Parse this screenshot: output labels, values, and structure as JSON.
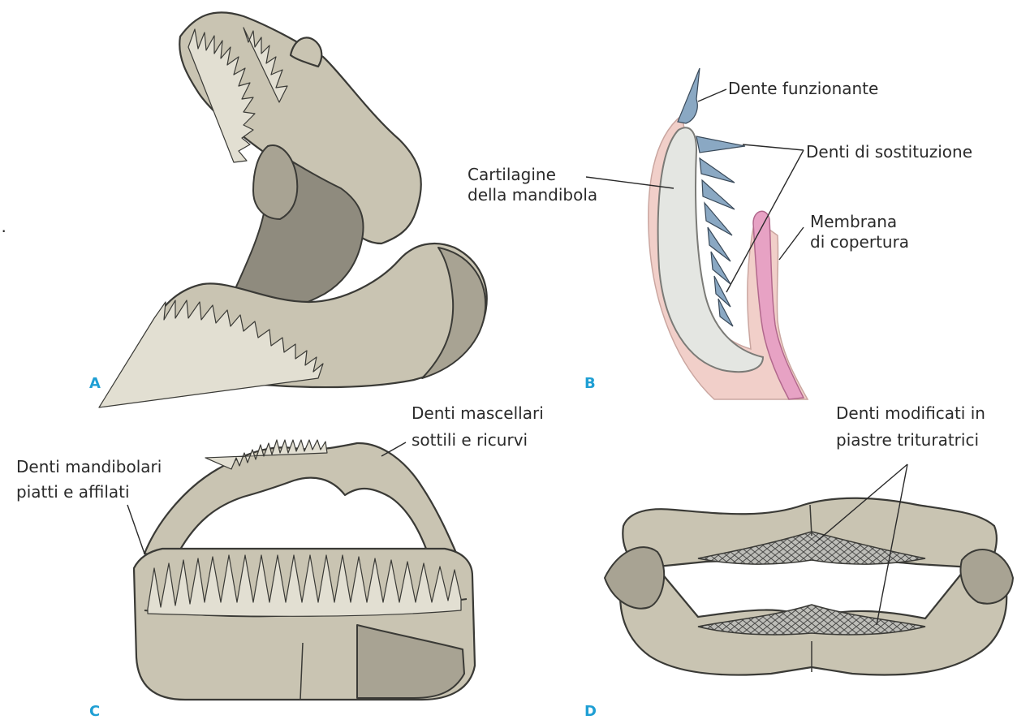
{
  "panels": {
    "A": {
      "letter": "A"
    },
    "B": {
      "letter": "B",
      "labels": {
        "functioning_tooth": "Dente funzionante",
        "replacement_teeth": "Denti di sostituzione",
        "cartilage_line1": "Cartilagine",
        "cartilage_line2": "della mandibola",
        "membrane_line1": "Membrana",
        "membrane_line2": "di copertura"
      }
    },
    "C": {
      "letter": "C",
      "labels": {
        "maxillary_line1": "Denti mascellari",
        "maxillary_line2": "sottili e ricurvi",
        "mandibular_line1": "Denti mandibolari",
        "mandibular_line2": "piatti e affilati"
      }
    },
    "D": {
      "letter": "D",
      "labels": {
        "modified_line1": "Denti modificati in",
        "modified_line2": "piastre trituratrici"
      }
    }
  },
  "edge_fragment": "l.",
  "colors": {
    "bone": "#c9c4b2",
    "cartilage": "#e4e6e2",
    "tissue": "#f1cfc9",
    "membrane": "#e7a2c4",
    "tooth_blue": "#8aa8c3",
    "letter": "#1f9fd4"
  }
}
